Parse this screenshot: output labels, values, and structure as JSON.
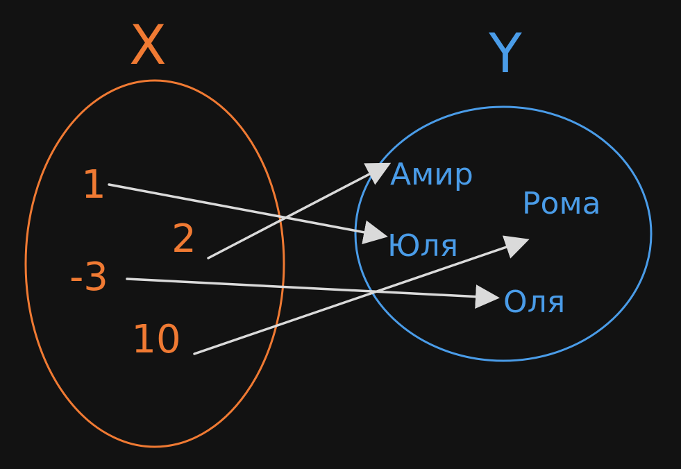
{
  "colors": {
    "background": "#121212",
    "set_x": "#F07A33",
    "set_y": "#4A9CE8",
    "arrow": "#DADADA"
  },
  "sets": {
    "x": {
      "title": "X",
      "elements": [
        "1",
        "2",
        "-3",
        "10"
      ]
    },
    "y": {
      "title": "Y",
      "elements": [
        "Амир",
        "Рома",
        "Юля",
        "Оля"
      ]
    }
  },
  "mapping": [
    {
      "from": "1",
      "to": "Юля"
    },
    {
      "from": "2",
      "to": "Амир"
    },
    {
      "from": "-3",
      "to": "Оля"
    },
    {
      "from": "10",
      "to": "Рома"
    }
  ]
}
